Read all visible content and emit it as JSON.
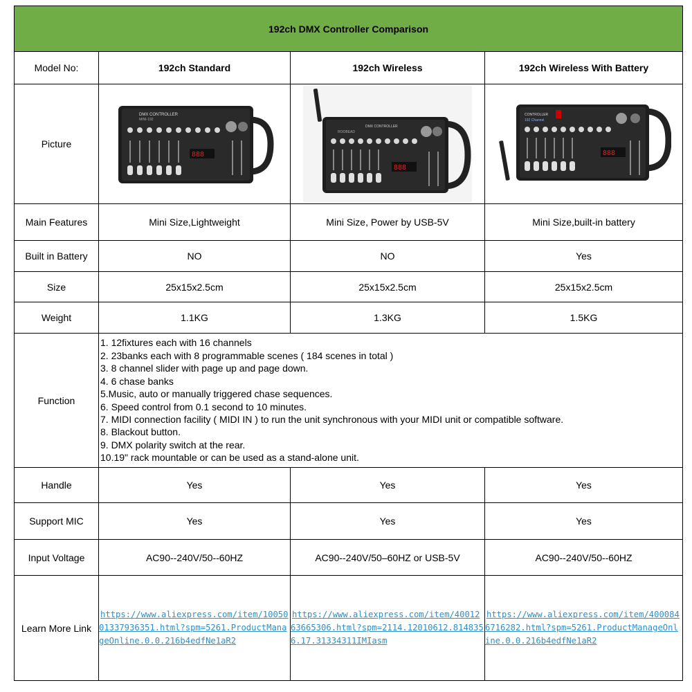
{
  "title": "192ch DMX Controller  Comparison",
  "header": {
    "label": "Model No:",
    "models": [
      "192ch Standard",
      "192ch Wireless",
      "192ch Wireless  With Battery"
    ]
  },
  "rows": {
    "picture": {
      "label": "Picture",
      "panel_texts": {
        "standard": [
          "DMX CONTROLLER",
          "MINI-192"
        ],
        "wireless": [
          "DMX CONTROLLER",
          "ROOBEAD"
        ],
        "battery": [
          "CONTROLLER",
          "192 Channel"
        ]
      }
    },
    "main_features": {
      "label": "Main Features",
      "values": [
        "Mini Size,Lightweight",
        "Mini Size, Power by USB-5V",
        "Mini Size,built-in battery"
      ]
    },
    "battery": {
      "label": "Built in Battery",
      "values": [
        "NO",
        "NO",
        "Yes"
      ]
    },
    "size": {
      "label": "Size",
      "values": [
        "25x15x2.5cm",
        "25x15x2.5cm",
        "25x15x2.5cm"
      ]
    },
    "weight": {
      "label": "Weight",
      "values": [
        "1.1KG",
        "1.3KG",
        "1.5KG"
      ]
    },
    "function": {
      "label": "Function",
      "lines": [
        "1. 12fixtures  each with 16 channels",
        "2. 23banks each with 8 programmable  scenes ( 184 scenes in total )",
        "3. 8 channel slider with page up and page down.",
        "4. 6 chase banks",
        "5.Music, auto or manually triggered chase sequences.",
        "6. Speed control from 0.1 second to 10 minutes.",
        "7. MIDI connection  facility ( MIDI IN ) to run the unit synchronous  with your MIDI unit or compatible software.",
        "8. Blackout button.",
        "9. DMX polarity  switch at the rear.",
        "10.19\" rack mountable  or can be used as a stand-alone unit."
      ]
    },
    "handle": {
      "label": "Handle",
      "values": [
        "Yes",
        "Yes",
        "Yes"
      ]
    },
    "mic": {
      "label": "Support MIC",
      "values": [
        "Yes",
        "Yes",
        "Yes"
      ]
    },
    "voltage": {
      "label": "Input Voltage",
      "values": [
        "AC90--240V/50--60HZ",
        "AC90--240V/50–60HZ or USB-5V",
        "AC90--240V/50--60HZ"
      ]
    },
    "links": {
      "label": "Learn More Link",
      "values": [
        "https://www.aliexpress.com/item/1005001337936351.html?spm=5261.ProductManageOnline.0.0.216b4edfNe1aR2",
        "https://www.aliexpress.com/item/4001263665306.html?spm=2114.12010612.8148356.17.31334311IMIasm",
        "https://www.aliexpress.com/item/4000846716282.html?spm=5261.ProductManageOnline.0.0.216b4edfNe1aR2"
      ]
    }
  }
}
